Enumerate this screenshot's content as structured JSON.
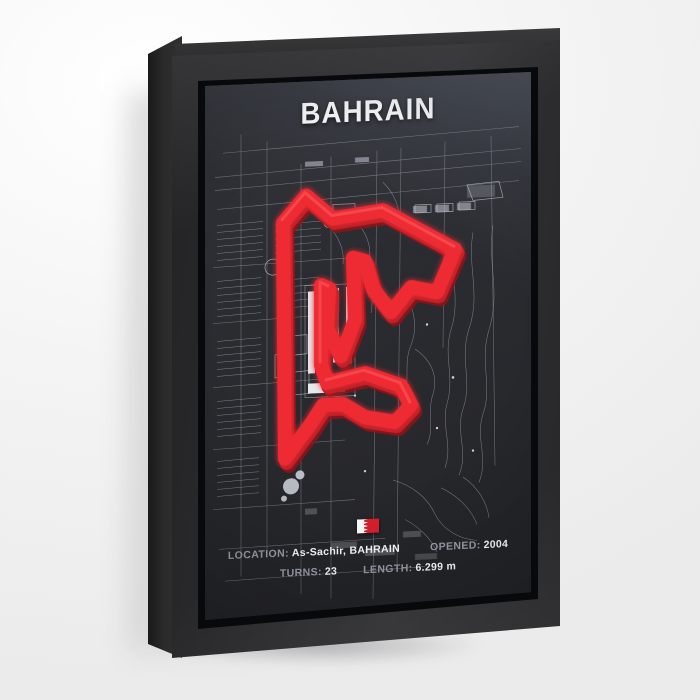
{
  "scene": {
    "type": "framed-poster-mockup",
    "background_color": "#f2f2f2",
    "frame_color": "#2c2c2e"
  },
  "poster": {
    "title": "BAHRAIN",
    "background_color": "#2b2c30",
    "track_color": "#ee2b32",
    "track_shadow_color": "#a81c22",
    "map_line_color": "#b9bec7",
    "flag": {
      "name": "bahrain-flag",
      "red": "#da1f2c",
      "white": "#ffffff"
    },
    "info": {
      "location_label": "LOCATION:",
      "location_value": "As-Sachir, BAHRAIN",
      "opened_label": "OPENED:",
      "opened_value": "2004",
      "turns_label": "TURNS:",
      "turns_value": "23",
      "length_label": "LENGTH:",
      "length_value": "6.299 m"
    }
  }
}
